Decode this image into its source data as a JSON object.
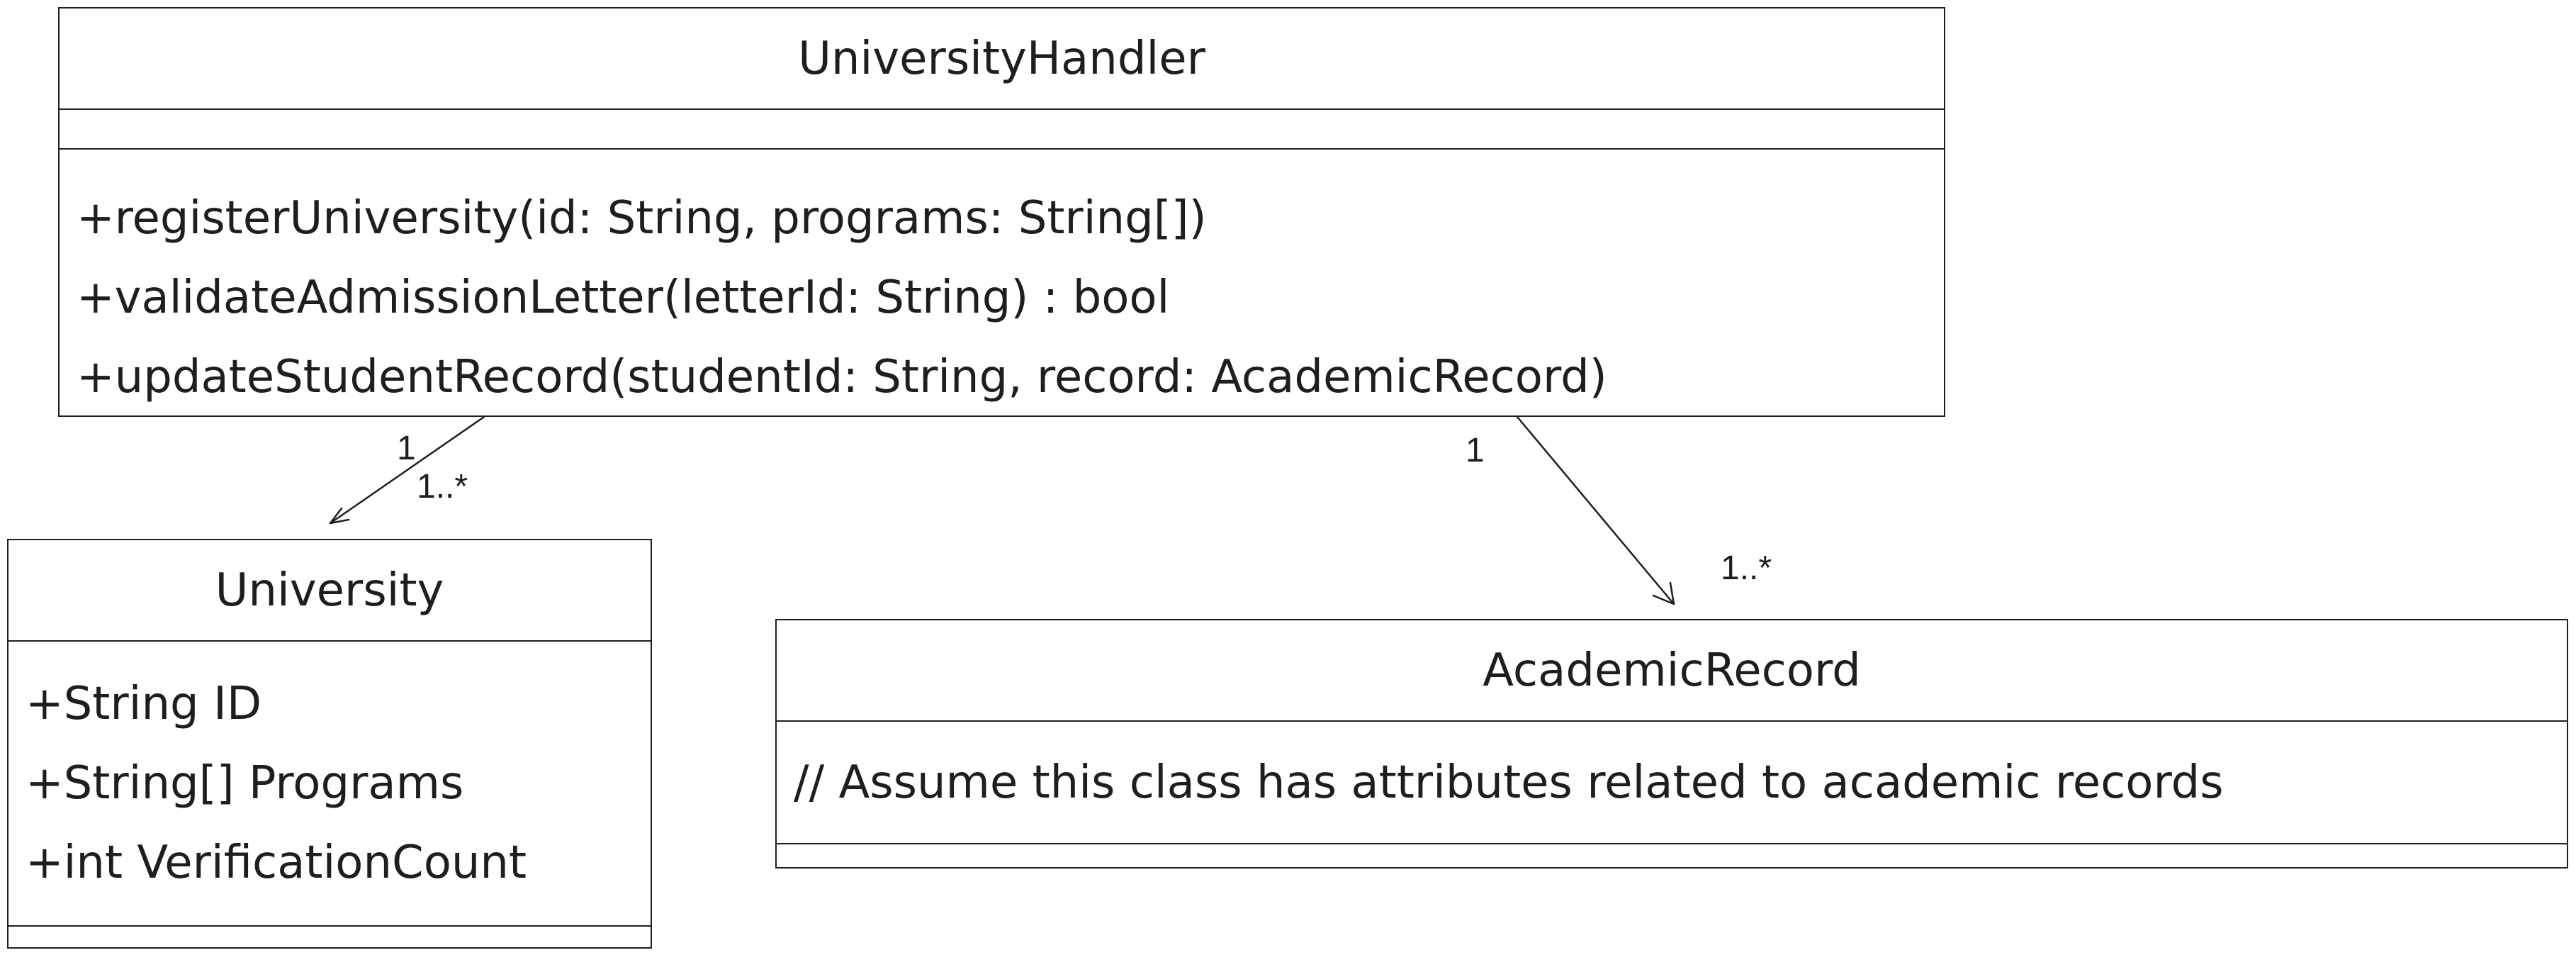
{
  "classes": {
    "university_handler": {
      "name": "UniversityHandler",
      "methods": [
        "+registerUniversity(id: String, programs: String[])",
        "+validateAdmissionLetter(letterId: String) : bool",
        "+updateStudentRecord(studentId: String, record: AcademicRecord)"
      ]
    },
    "university": {
      "name": "University",
      "attributes": [
        "+String ID",
        "+String[] Programs",
        "+int VerificationCount"
      ]
    },
    "academic_record": {
      "name": "AcademicRecord",
      "attributes": [
        "// Assume this class has attributes related to academic records"
      ]
    }
  },
  "associations": [
    {
      "from": "UniversityHandler",
      "to": "University",
      "source_multiplicity": "1",
      "target_multiplicity": "1..*"
    },
    {
      "from": "UniversityHandler",
      "to": "AcademicRecord",
      "source_multiplicity": "1",
      "target_multiplicity": "1..*"
    }
  ]
}
